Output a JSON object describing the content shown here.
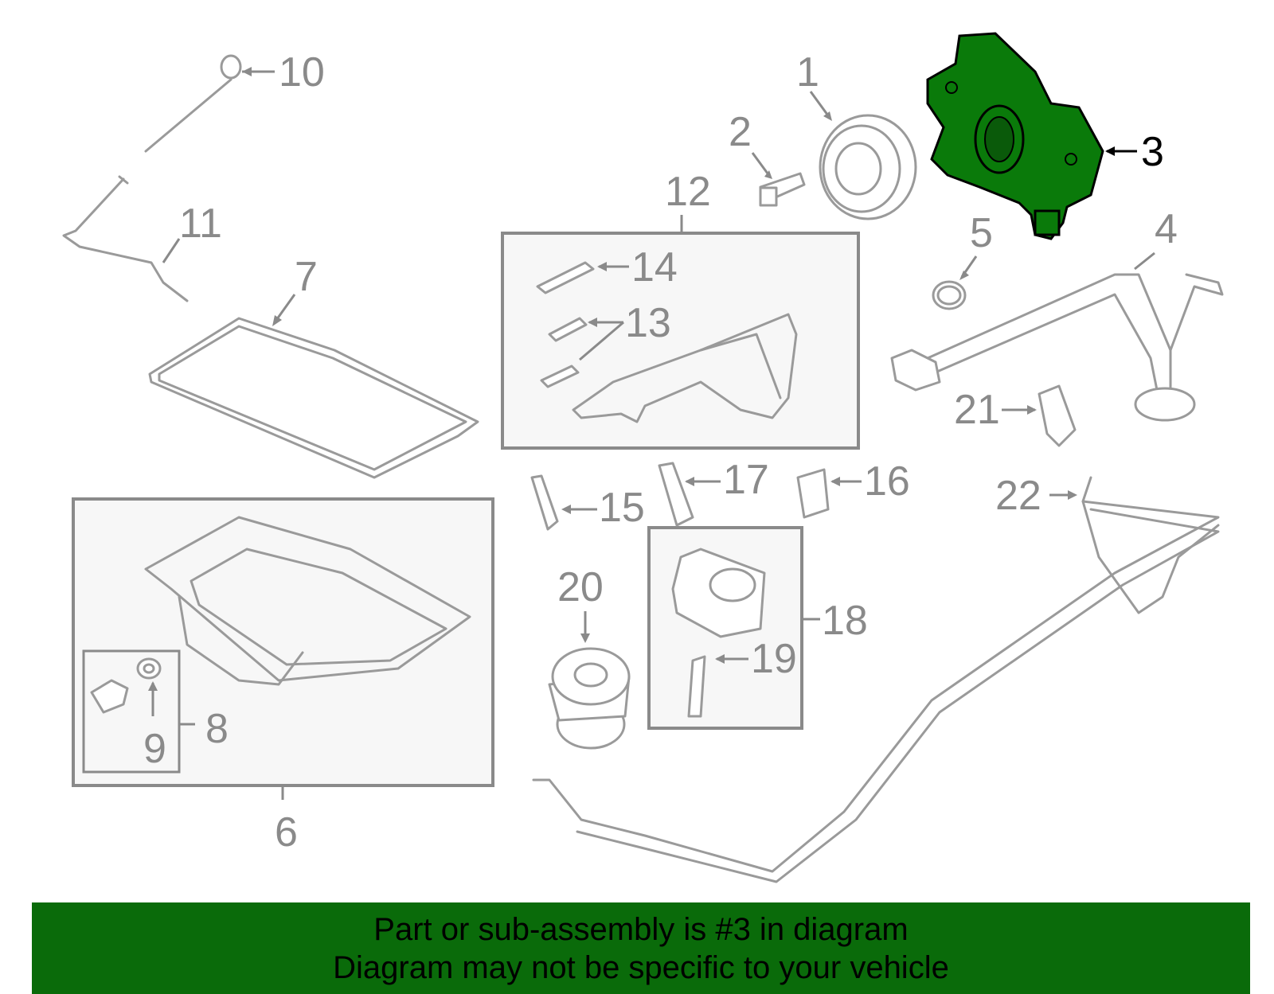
{
  "diagram": {
    "callouts": [
      "1",
      "2",
      "3",
      "4",
      "5",
      "6",
      "7",
      "8",
      "9",
      "10",
      "11",
      "12",
      "13",
      "14",
      "15",
      "16",
      "17",
      "18",
      "19",
      "20",
      "21",
      "22"
    ],
    "highlighted_part": "3",
    "colors": {
      "highlight": "#0a7a0a",
      "parts": "#9a9a9a",
      "banner": "#0a6b0a"
    }
  },
  "banner": {
    "line1": "Part or sub-assembly is #3 in diagram",
    "line2": "Diagram may not be specific to your vehicle"
  }
}
